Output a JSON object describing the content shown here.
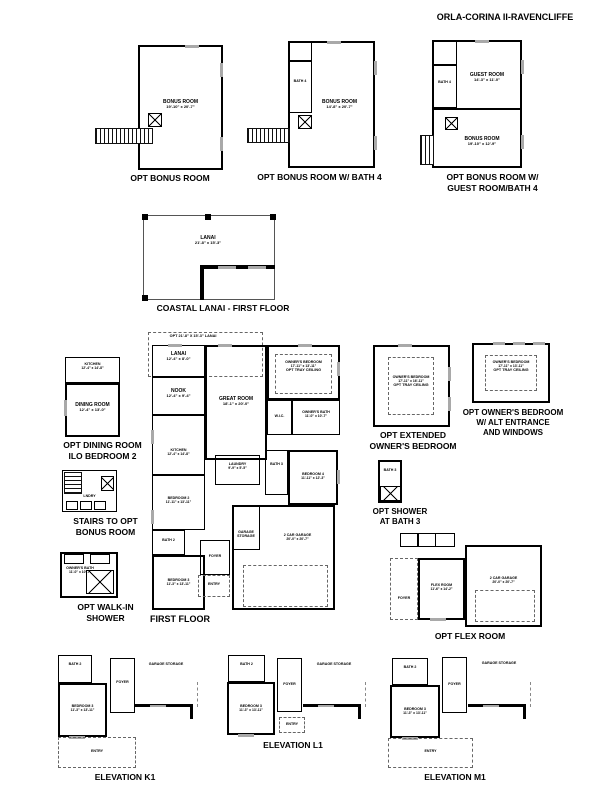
{
  "title": "ORLA-CORINA II-RAVENCLIFFE",
  "colors": {
    "wall": "#000000",
    "window_mark": "#a9a9a9",
    "dashed": "#666666"
  },
  "captions": {
    "opt_bonus": "OPT BONUS ROOM",
    "opt_bonus_bath4": "OPT BONUS ROOM W/ BATH 4",
    "opt_bonus_guest_1": "OPT BONUS ROOM W/",
    "opt_bonus_guest_2": "GUEST ROOM/BATH 4",
    "coastal_lanai": "COASTAL LANAI - FIRST FLOOR",
    "opt_dining_1": "OPT DINING ROOM",
    "opt_dining_2": "ILO BEDROOM 2",
    "stairs_opt_1": "STAIRS TO OPT",
    "stairs_opt_2": "BONUS ROOM",
    "opt_walkin_1": "OPT WALK-IN",
    "opt_walkin_2": "SHOWER",
    "first_floor": "FIRST FLOOR",
    "opt_extended_1": "OPT EXTENDED",
    "opt_extended_2": "OWNER'S BEDROOM",
    "opt_alt_1": "OPT OWNER'S BEDROOM",
    "opt_alt_2": "W/ ALT ENTRANCE",
    "opt_alt_3": "AND WINDOWS",
    "opt_shower_1": "OPT SHOWER",
    "opt_shower_2": "AT BATH 3",
    "opt_flex": "OPT FLEX ROOM",
    "elev_k1": "ELEVATION K1",
    "elev_l1": "ELEVATION L1",
    "elev_m1": "ELEVATION M1"
  },
  "rooms": {
    "bonus_a": {
      "name": "BONUS ROOM",
      "dims": "19'-10\" x 20'-7\""
    },
    "bonus_b": {
      "name": "BONUS ROOM",
      "dims": "14'-8\" x 20'-7\""
    },
    "bonus_c": {
      "name": "BONUS ROOM",
      "dims": "19'-10\" x 12'-9\""
    },
    "guest": {
      "name": "GUEST ROOM",
      "dims": "14'-3\" x 11'-0\""
    },
    "bath4": {
      "name": "BATH 4"
    },
    "lanai_coastal": {
      "name": "LANAI",
      "dims": "21'-8\" x 15'-3\""
    },
    "opt_lanai": {
      "name": "OPT 21'-8\" X 15'-3\" LANAI"
    },
    "lanai_std": {
      "name": "LANAI",
      "dims": "12'-4\" x 8'-0\""
    },
    "nook": {
      "name": "NOOK",
      "dims": "12'-4\" x 9'-4\""
    },
    "great": {
      "name": "GREAT ROOM",
      "dims": "18'-1\" x 20'-0\""
    },
    "owners_bed": {
      "name": "OWNER'S BEDROOM",
      "dims": "17'-11\" x 13'-11\"",
      "note": "OPT TRAY CEILING"
    },
    "owners_bed_ext": {
      "name": "OWNER'S BEDROOM",
      "dims": "17'-11\" x 16'-11\"",
      "note": "OPT TRAY CEILING"
    },
    "owners_bed_alt": {
      "name": "OWNER'S BEDROOM",
      "dims": "17'-11\" x 13'-11\"",
      "note": "OPT TRAY CEILING"
    },
    "owners_bath": {
      "name": "OWNER'S BATH",
      "dims": "11'-0\" x 10'-7\""
    },
    "kitchen": {
      "name": "KITCHEN",
      "dims": "12'-4\" x 14'-8\""
    },
    "dining": {
      "name": "DINING ROOM",
      "dims": "12'-4\" x 13'-0\""
    },
    "lndry": {
      "name": "LNDRY"
    },
    "laundry": {
      "name": "LAUNDRY",
      "dims": "9'-9\" x 5'-5\""
    },
    "bed2": {
      "name": "BEDROOM 2",
      "dims": "11'-11\" x 13'-11\""
    },
    "bed3": {
      "name": "BEDROOM 3",
      "dims": "11'-3\" x 13'-11\""
    },
    "bed4": {
      "name": "BEDROOM 4",
      "dims": "11'-11\" x 12'-3\""
    },
    "bath2": {
      "name": "BATH 2"
    },
    "bath3": {
      "name": "BATH 3"
    },
    "wic": {
      "name": "W.I.C."
    },
    "foyer": {
      "name": "FOYER"
    },
    "entry": {
      "name": "ENTRY"
    },
    "garage": {
      "name": "2 CAR GARAGE",
      "dims": "20'-0\" x 20'-7\""
    },
    "garage_storage": {
      "name": "GARAGE STORAGE"
    },
    "flex": {
      "name": "FLEX ROOM",
      "dims": "11'-6\" x 14'-2\""
    }
  }
}
